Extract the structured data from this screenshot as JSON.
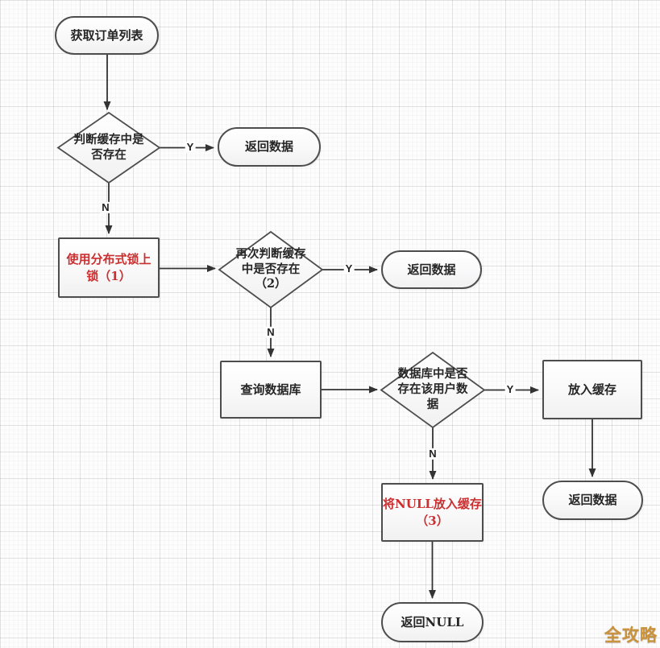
{
  "diagram": {
    "nodes": {
      "start": {
        "type": "terminator",
        "label": "获取订单列表"
      },
      "check_cache": {
        "type": "decision",
        "label": "判断缓存中是\n否存在"
      },
      "return_data_1": {
        "type": "terminator",
        "label": "返回数据"
      },
      "lock": {
        "type": "process",
        "label": "使用分布式锁上\n锁（1）"
      },
      "check_cache_again": {
        "type": "decision",
        "label": "再次判断缓存\n中是否存在\n（2）"
      },
      "return_data_2": {
        "type": "terminator",
        "label": "返回数据"
      },
      "query_db": {
        "type": "process",
        "label": "查询数据库"
      },
      "check_db": {
        "type": "decision",
        "label": "数据库中是否\n存在该用户数\n据"
      },
      "put_cache": {
        "type": "process",
        "label": "放入缓存"
      },
      "return_data_3": {
        "type": "terminator",
        "label": "返回数据"
      },
      "put_null_cache": {
        "type": "process",
        "label": "将NULL放入缓存\n（3）"
      },
      "return_null": {
        "type": "terminator",
        "label": "返回NULL"
      }
    },
    "edge_labels": {
      "cache_yes": "Y",
      "cache_no": "N",
      "recheck_yes": "Y",
      "recheck_no": "N",
      "db_yes": "Y",
      "db_no": "N"
    },
    "colors": {
      "edge": "#333333",
      "node_border": "#4d4d4d",
      "red_text": "#cc2f2f",
      "black_text": "#262626",
      "watermark": "#c9923c"
    }
  },
  "watermark": {
    "text": "全攻略"
  }
}
